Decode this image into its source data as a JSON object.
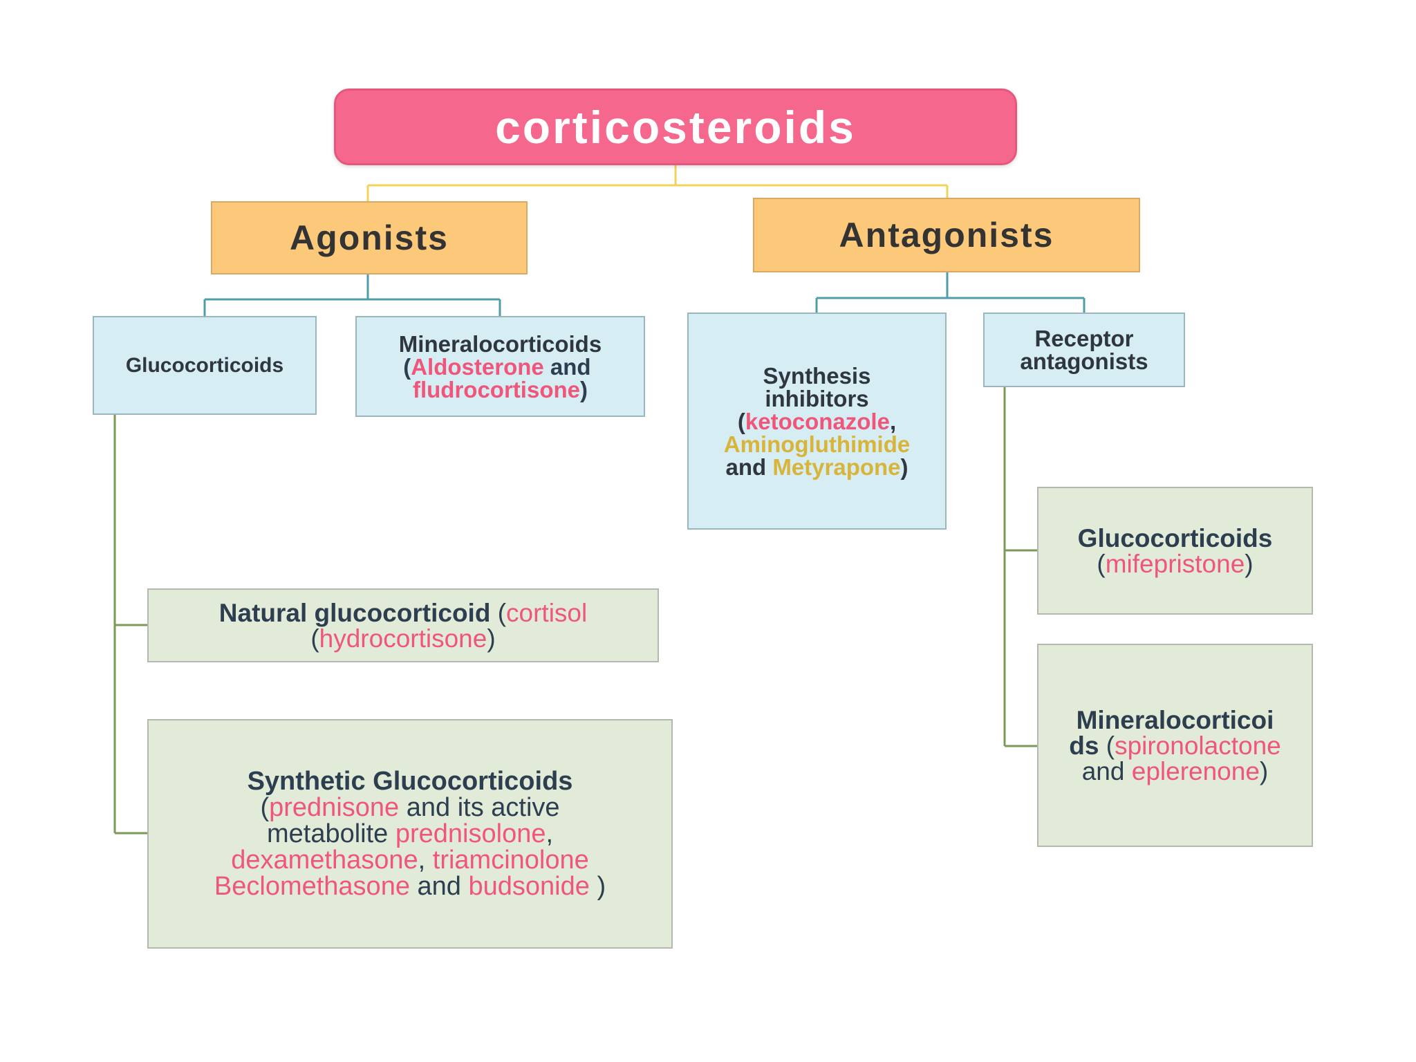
{
  "root": {
    "label": "corticosteroids"
  },
  "agonists": {
    "label": "Agonists",
    "glucocorticoids": {
      "label": "Glucocorticoids"
    },
    "mineralocorticoids": {
      "label": "Mineralocorticoids",
      "paren_open": "(",
      "drug1": "Aldosterone",
      "and": " and ",
      "drug2": "fludrocortisone",
      "paren_close": ")"
    },
    "natural": {
      "label": "Natural glucocorticoid ",
      "paren_open": "(",
      "drug1": "cortisol",
      "paren_open2": "(",
      "drug2": "hydrocortisone",
      "paren_close": ")"
    },
    "synthetic": {
      "label": "Synthetic Glucocorticoids",
      "paren_open": "(",
      "drug1": "prednisone",
      "text1": " and its active",
      "text2": "metabolite ",
      "drug2": "prednisolone",
      "comma1": ",",
      "drug3": "dexamethasone",
      "comma2": ", ",
      "drug4": "triamcinolone",
      "drug5": "Beclomethasone",
      "and": " and ",
      "drug6": "budsonide",
      "paren_close": " )"
    }
  },
  "antagonists": {
    "label": "Antagonists",
    "synthesis": {
      "line1": "Synthesis",
      "line2": "inhibitors",
      "paren_open": "(",
      "drug1": "ketoconazole",
      "comma": ",",
      "drug2": "Aminogluthimide",
      "and": "and ",
      "drug3": "Metyrapone",
      "paren_close": ")"
    },
    "receptor": {
      "line1": "Receptor",
      "line2": "antagonists"
    },
    "glucocorticoids": {
      "label": "Glucocorticoids",
      "paren_open": "(",
      "drug": "mifepristone",
      "paren_close": ")"
    },
    "mineralocorticoids": {
      "label1": "Mineralocorticoi",
      "label2": "ds ",
      "paren_open": "(",
      "drug1": "spironolactone",
      "and": "and ",
      "drug2": "eplerenone",
      "paren_close": ")"
    }
  },
  "colors": {
    "root_fill": "#f5678c",
    "category_fill": "#fcc97a",
    "subcategory_fill": "#d6edf3",
    "leaf_fill": "#e1ebd8",
    "drug_text": "#f0567a",
    "drug_text_alt": "#d8b43a",
    "connector_top": "#f2d35a",
    "connector_mid": "#4d9ea8",
    "connector_left": "#7a9a55"
  }
}
